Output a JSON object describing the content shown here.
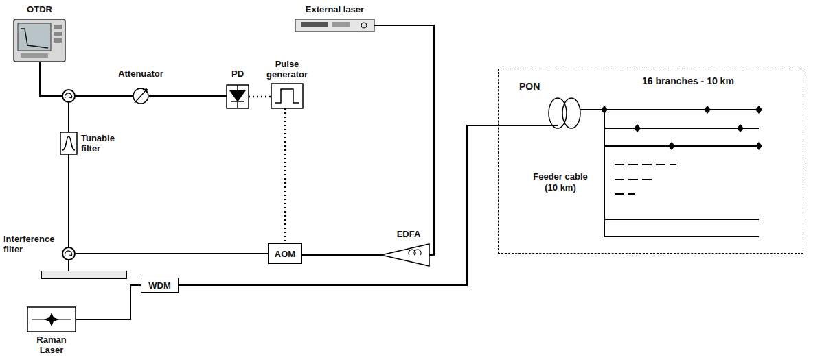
{
  "diagram": {
    "nodes": [
      {
        "text": [
          "OTDR"
        ]
      },
      {
        "text": [
          "Attenuator"
        ]
      },
      {
        "text": [
          "PD"
        ]
      },
      {
        "text": [
          "Pulse generator"
        ]
      },
      {
        "text": [
          "External laser"
        ]
      },
      {
        "text": [
          "Tunable filter"
        ]
      },
      {
        "text": [
          "AOM"
        ]
      },
      {
        "text": [
          "EDFA"
        ]
      },
      {
        "text": [
          "Interference filter"
        ]
      },
      {
        "text": [
          "WDM"
        ]
      },
      {
        "text": [
          "Raman Laser"
        ]
      },
      {
        "text": [
          "PON"
        ]
      }
    ],
    "edges": [
      {
        "from": 1,
        "to": 2,
        "arrow": "none"
      },
      {
        "from": 2,
        "to": 3,
        "arrow": "none"
      },
      {
        "from": 3,
        "to": 6,
        "arrow": "none"
      },
      {
        "from": 4,
        "to": 7,
        "arrow": "none"
      },
      {
        "from": 7,
        "to": 6,
        "arrow": "none"
      },
      {
        "from": 10,
        "to": 9,
        "arrow": "none"
      },
      {
        "from": 9,
        "to": 11,
        "arrow": "none"
      }
    ],
    "labels": [
      "16 branches - 10 km",
      "Feeder cable (10 km)"
    ]
  }
}
